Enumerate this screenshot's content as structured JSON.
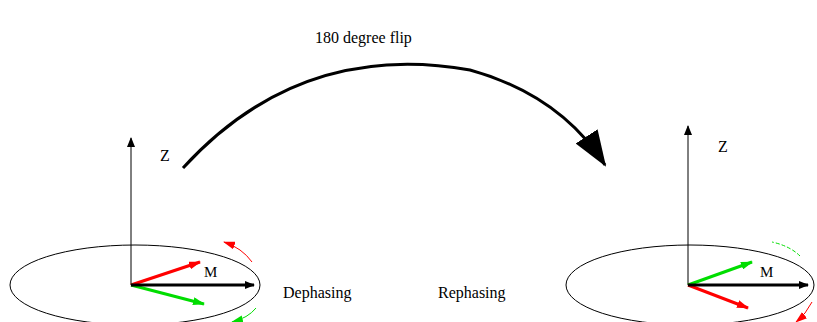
{
  "diagram": {
    "labels": [
      "180 degree flip",
      "Z",
      "M",
      "Dephasing",
      "Rephasing",
      "Z",
      "M"
    ]
  }
}
